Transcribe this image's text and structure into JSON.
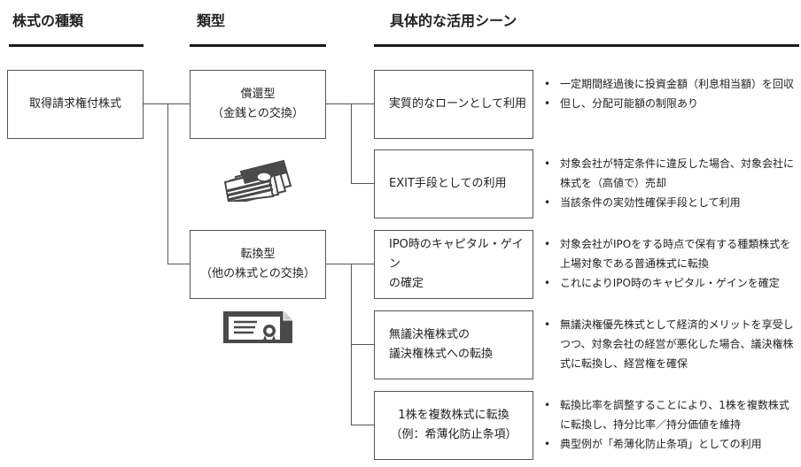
{
  "headers": {
    "type_of_stock": "株式の種類",
    "category": "類型",
    "scene": "具体的な活用シーン"
  },
  "root": {
    "label": "取得請求権付株式"
  },
  "categories": [
    {
      "line1": "償還型",
      "line2": "（金銭との交換）",
      "icon": "money-stack-icon"
    },
    {
      "line1": "転換型",
      "line2": "（他の株式との交換）",
      "icon": "certificate-icon"
    }
  ],
  "scenes": [
    {
      "line1": "実質的なローンとして利用",
      "line2": ""
    },
    {
      "line1": "EXIT手段としての利用",
      "line2": ""
    },
    {
      "line1": "IPO時のキャピタル・ゲイン",
      "line2": "の確定"
    },
    {
      "line1": "無議決権株式の",
      "line2": "議決権株式への転換"
    },
    {
      "line1": "1株を複数株式に転換",
      "line2": "（例：希薄化防止条項）"
    }
  ],
  "bullets": [
    [
      "一定期間経過後に投資金額（利息相当額）を回収",
      "但し、分配可能額の制限あり"
    ],
    [
      "対象会社が特定条件に違反した場合、対象会社に株式を（高値で）売却",
      "当該条件の実効性確保手段として利用"
    ],
    [
      "対象会社がIPOをする時点で保有する種類株式を上場対象である普通株式に転換",
      "これによりIPO時のキャピタル・ゲインを確定"
    ],
    [
      "無議決権優先株式として経済的メリットを享受しつつ、対象会社の経営が悪化した場合、議決権株式に転換し、経営権を確保"
    ],
    [
      "転換比率を調整することにより、1株を複数株式に転換し、持分比率／持分価値を維持",
      "典型例が「希薄化防止条項」としての利用"
    ]
  ],
  "colors": {
    "line": "#555555",
    "icon": "#4a4a4a",
    "header_rule": "#1a1a1a"
  }
}
